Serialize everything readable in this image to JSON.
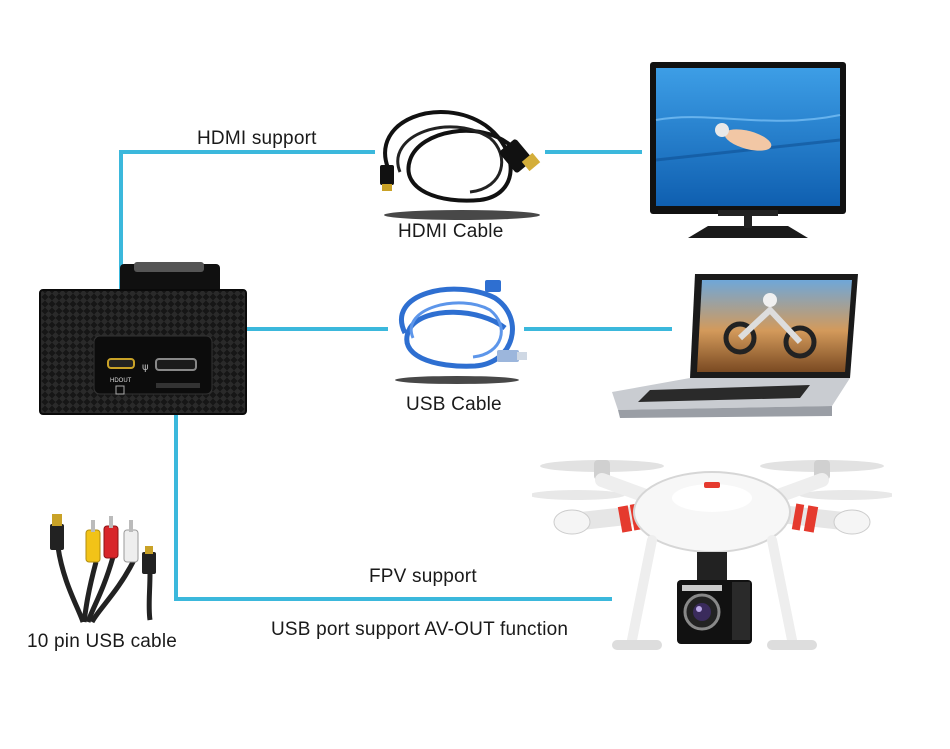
{
  "labels": {
    "hdmi_support": "HDMI support",
    "hdmi_cable": "HDMI Cable",
    "usb_cable": "USB Cable",
    "fpv_support": "FPV support",
    "av_out": "USB port support AV-OUT function",
    "ten_pin": "10 pin USB cable",
    "port_hdout": "HDOUT"
  },
  "colors": {
    "wire": "#3bb8dc",
    "camera_body": "#141414",
    "hdmi_tip": "#c9a227",
    "usb_cable": "#2e6fd1",
    "drone_body": "#f4f4f4",
    "drone_accent": "#e53a2e",
    "rca_yellow": "#f2c318",
    "rca_red": "#d8262a",
    "rca_white": "#eeeeee"
  },
  "icons": {
    "camera": "action-camera-icon",
    "hdmi_cable": "hdmi-cable-icon",
    "usb_cable": "usb-cable-icon",
    "tv": "tv-icon",
    "laptop": "laptop-icon",
    "drone": "drone-icon",
    "av_cable": "av-usb-cable-icon"
  }
}
